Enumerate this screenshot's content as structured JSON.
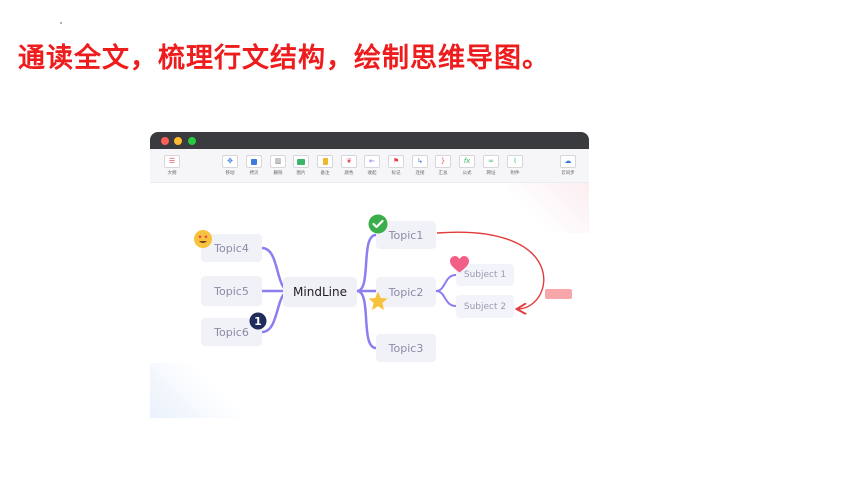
{
  "headline": "通读全文，梳理行文结构，绘制思维导图。",
  "window": {
    "toolbar": {
      "outline": "大纲",
      "buttons": [
        "移动",
        "拷贝",
        "删除",
        "图片",
        "备注",
        "颜色",
        "收起",
        "标记",
        "连接",
        "汇总",
        "公式",
        "网址",
        "附件"
      ],
      "cloud_sync": "云同步"
    },
    "mindmap": {
      "center": "MindLine",
      "left_topics": [
        "Topic4",
        "Topic5",
        "Topic6"
      ],
      "right_topics": [
        "Topic1",
        "Topic2",
        "Topic3"
      ],
      "subjects": [
        "Subject 1",
        "Subject 2"
      ],
      "badge_number": "1",
      "branch_color": "#8a7ef0",
      "arrow_color": "#e33b3b"
    }
  }
}
